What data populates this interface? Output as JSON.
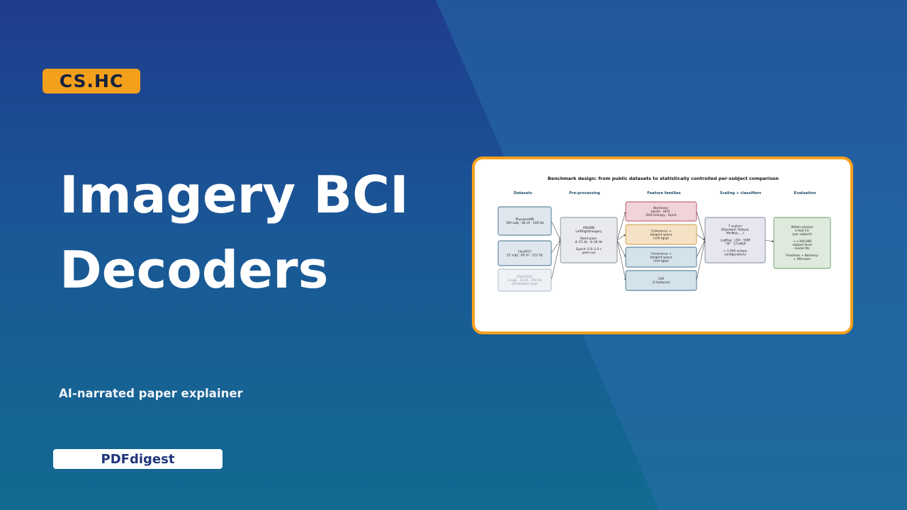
{
  "tag": "CS.HC",
  "title_line1": "Imagery BCI",
  "title_line2": "Decoders",
  "subtitle": "AI-narrated paper explainer",
  "brand": "PDFdigest",
  "figure": {
    "title": "Benchmark design: from public datasets to statistically controlled per-subject comparison",
    "columns": [
      "Datasets",
      "Pre-processing",
      "Feature families",
      "Scaling + classifiers",
      "Evaluation"
    ],
    "datasets": [
      [
        "PhysionetMI",
        "109 subj · 64 ch · 160 Hz"
      ],
      [
        "Cho2017",
        "52 subj · 64 ch · 512 Hz"
      ],
      [
        "Zhou2016",
        "4 subj · 14 ch · 250 Hz",
        "(illustrative only)"
      ]
    ],
    "preprocessing": [
      "MOABB",
      "LeftRightImagery",
      "",
      "Band-pass:",
      "8–15 Hz · 8–30 Hz",
      "",
      "Epoch: 0.6–2.0 s",
      "post-cue"
    ],
    "features": [
      [
        "Nonlinear:",
        "Hjorth · HFD ·",
        "SVD-entropy · Hurst"
      ],
      [
        "Coherence →",
        "tangent space",
        "(coh-tgsp)"
      ],
      [
        "Covariance →",
        "tangent space",
        "(cov-tgsp)"
      ],
      [
        "CSP",
        "(2 features)"
      ]
    ],
    "classifiers": [
      "7 scalers",
      "(Standard, Robust,",
      "MinMax, ...)",
      "",
      "LogReg · LDA · SVM",
      "· RF · 17×MLP",
      "",
      "= 1,056 unique",
      "configurations"
    ],
    "evaluation": [
      "Within-session",
      "k-fold CV",
      "(per subject)",
      "",
      "→ >340,000",
      "subject-level",
      "model fits",
      "",
      "Friedman + Nemenyi",
      "+ Wilcoxon"
    ]
  },
  "colors": {
    "accent": "#f5a01d",
    "background_top": "#1e3c8c",
    "background_bottom": "#126a91",
    "brand_text": "#20357c"
  }
}
